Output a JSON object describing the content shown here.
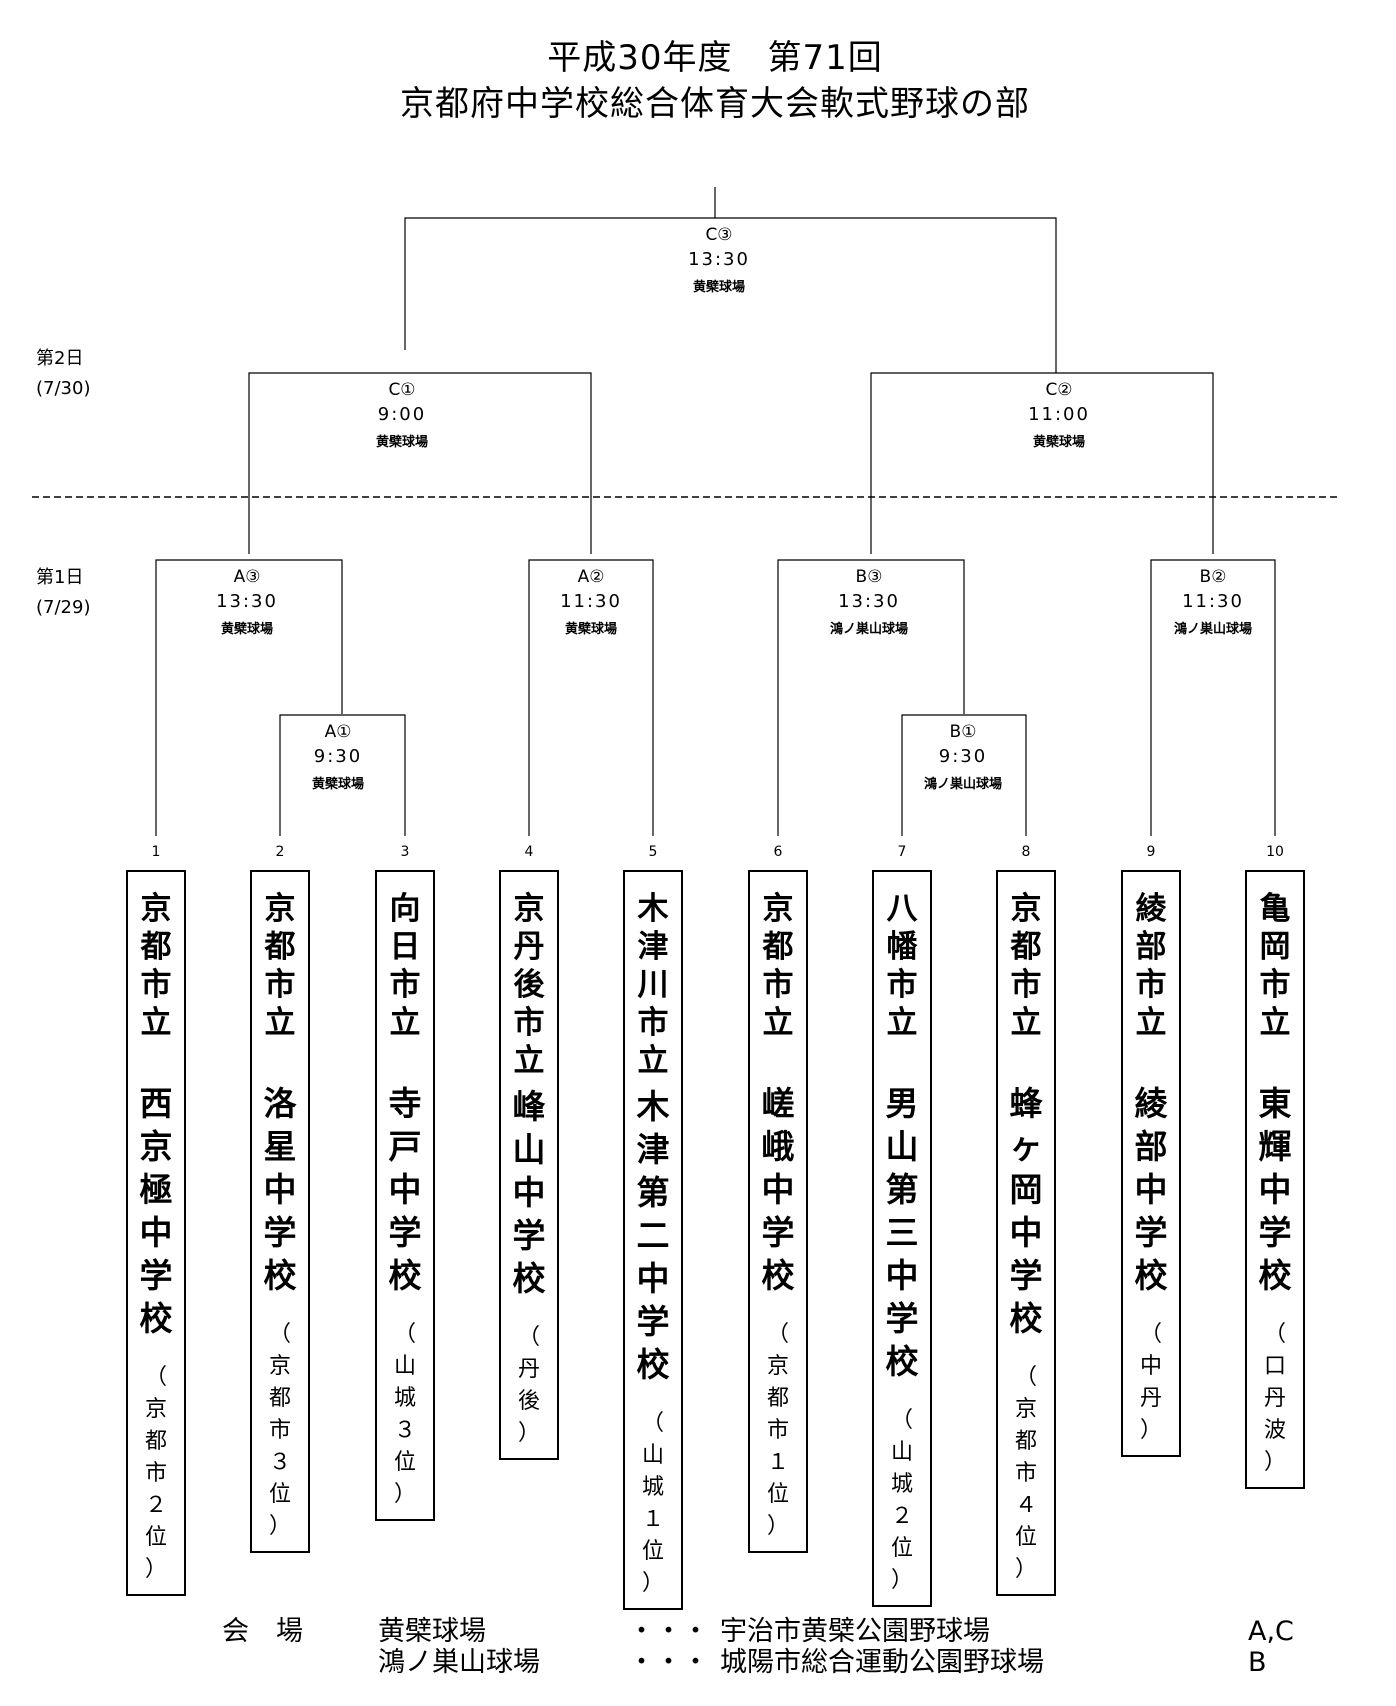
{
  "title": {
    "line1": "平成30年度　第71回",
    "line2": "京都府中学校総合体育大会軟式野球の部"
  },
  "days": [
    {
      "label": "第2日",
      "date": "(7/30)"
    },
    {
      "label": "第1日",
      "date": "(7/29)"
    }
  ],
  "matches": [
    {
      "id": "C③",
      "time": "13:30",
      "venue": "黄檗球場"
    },
    {
      "id": "C①",
      "time": "9:00",
      "venue": "黄檗球場"
    },
    {
      "id": "C②",
      "time": "11:00",
      "venue": "黄檗球場"
    },
    {
      "id": "A③",
      "time": "13:30",
      "venue": "黄檗球場"
    },
    {
      "id": "A②",
      "time": "11:30",
      "venue": "黄檗球場"
    },
    {
      "id": "B③",
      "time": "13:30",
      "venue": "鴻ノ巣山球場"
    },
    {
      "id": "B②",
      "time": "11:30",
      "venue": "鴻ノ巣山球場"
    },
    {
      "id": "A①",
      "time": "9:30",
      "venue": "黄檗球場"
    },
    {
      "id": "B①",
      "time": "9:30",
      "venue": "鴻ノ巣山球場"
    }
  ],
  "teams": [
    {
      "seed": "1",
      "city": "京都市立",
      "school": "西京極中学校",
      "region": "（京都市２位）"
    },
    {
      "seed": "2",
      "city": "京都市立",
      "school": "洛星中学校",
      "region": "（京都市３位）"
    },
    {
      "seed": "3",
      "city": "向日市立",
      "school": "寺戸中学校",
      "region": "（山城３位）"
    },
    {
      "seed": "4",
      "city": "京丹後市立",
      "school": "峰山中学校",
      "region": "（丹後）"
    },
    {
      "seed": "5",
      "city": "木津川市立",
      "school": "木津第二中学校",
      "region": "（山城１位）"
    },
    {
      "seed": "6",
      "city": "京都市立",
      "school": "嵯峨中学校",
      "region": "（京都市１位）"
    },
    {
      "seed": "7",
      "city": "八幡市立",
      "school": "男山第三中学校",
      "region": "（山城２位）"
    },
    {
      "seed": "8",
      "city": "京都市立",
      "school": "蜂ヶ岡中学校",
      "region": "（京都市４位）"
    },
    {
      "seed": "9",
      "city": "綾部市立",
      "school": "綾部中学校",
      "region": "（中丹）"
    },
    {
      "seed": "10",
      "city": "亀岡市立",
      "school": "東輝中学校",
      "region": "（口丹波）"
    }
  ],
  "legend": {
    "label": "会　場",
    "rows": [
      {
        "venue": "黄檗球場",
        "dots": "・・・",
        "place": "宇治市黄檗公園野球場",
        "code": "A,C"
      },
      {
        "venue": "鴻ノ巣山球場",
        "dots": "・・・",
        "place": "城陽市総合運動公園野球場",
        "code": "B"
      }
    ]
  }
}
